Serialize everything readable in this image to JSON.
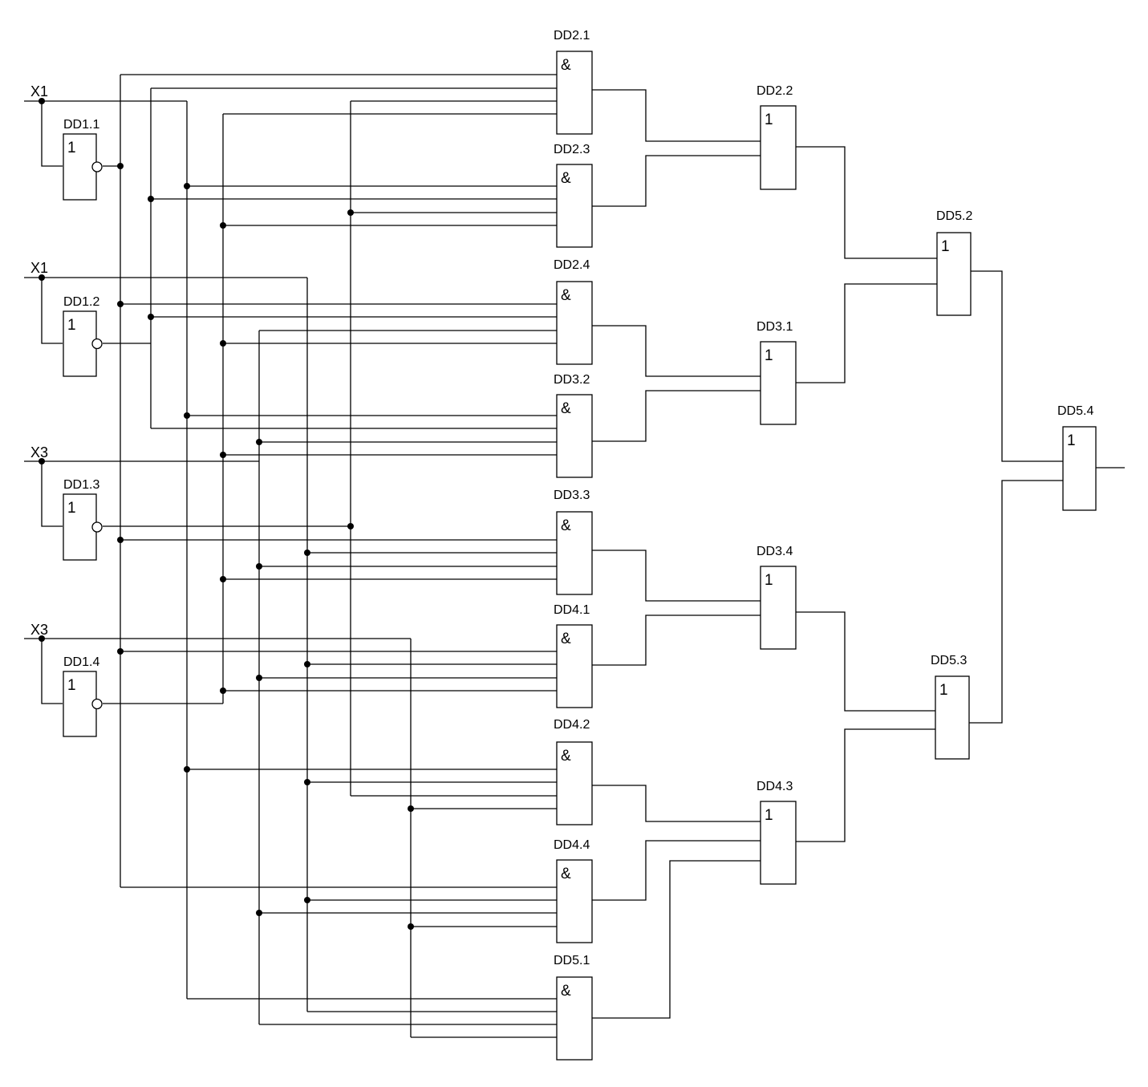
{
  "inputs": [
    {
      "id": "in1",
      "label": "X1"
    },
    {
      "id": "in2",
      "label": "X1"
    },
    {
      "id": "in3",
      "label": "X3"
    },
    {
      "id": "in4",
      "label": "X3"
    }
  ],
  "gates": [
    {
      "id": "DD1.1",
      "label": "DD1.1",
      "symbol": "1"
    },
    {
      "id": "DD1.2",
      "label": "DD1.2",
      "symbol": "1"
    },
    {
      "id": "DD1.3",
      "label": "DD1.3",
      "symbol": "1"
    },
    {
      "id": "DD1.4",
      "label": "DD1.4",
      "symbol": "1"
    },
    {
      "id": "DD2.1",
      "label": "DD2.1",
      "symbol": "&"
    },
    {
      "id": "DD2.3",
      "label": "DD2.3",
      "symbol": "&"
    },
    {
      "id": "DD2.4",
      "label": "DD2.4",
      "symbol": "&"
    },
    {
      "id": "DD3.2",
      "label": "DD3.2",
      "symbol": "&"
    },
    {
      "id": "DD3.3",
      "label": "DD3.3",
      "symbol": "&"
    },
    {
      "id": "DD4.1",
      "label": "DD4.1",
      "symbol": "&"
    },
    {
      "id": "DD4.2",
      "label": "DD4.2",
      "symbol": "&"
    },
    {
      "id": "DD4.4",
      "label": "DD4.4",
      "symbol": "&"
    },
    {
      "id": "DD5.1",
      "label": "DD5.1",
      "symbol": "&"
    },
    {
      "id": "DD2.2",
      "label": "DD2.2",
      "symbol": "1"
    },
    {
      "id": "DD3.1",
      "label": "DD3.1",
      "symbol": "1"
    },
    {
      "id": "DD3.4",
      "label": "DD3.4",
      "symbol": "1"
    },
    {
      "id": "DD4.3",
      "label": "DD4.3",
      "symbol": "1"
    },
    {
      "id": "DD5.2",
      "label": "DD5.2",
      "symbol": "1"
    },
    {
      "id": "DD5.3",
      "label": "DD5.3",
      "symbol": "1"
    },
    {
      "id": "DD5.4",
      "label": "DD5.4",
      "symbol": "1"
    }
  ]
}
